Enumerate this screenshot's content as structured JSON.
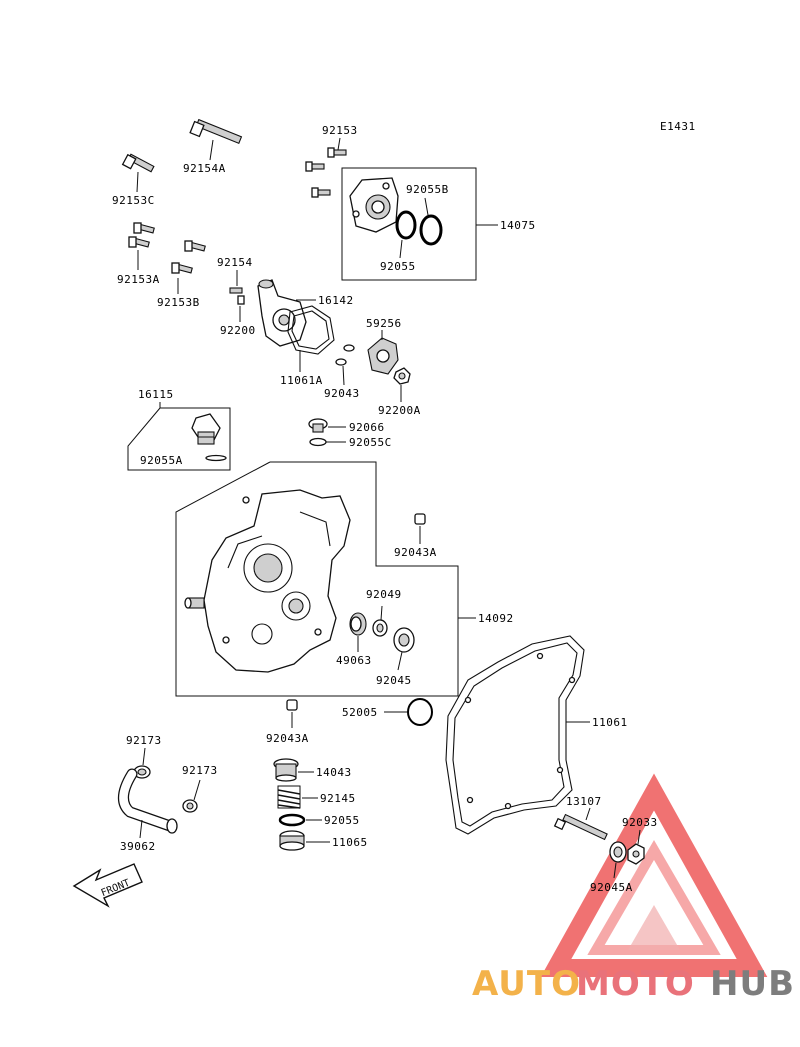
{
  "diagram": {
    "code": "E1431",
    "front_label": "FRONT",
    "parts": {
      "p92153": "92153",
      "p92154A": "92154A",
      "p92153C": "92153C",
      "p92055B": "92055B",
      "p14075": "14075",
      "p92055_top": "92055",
      "p92153A": "92153A",
      "p92153B": "92153B",
      "p92154": "92154",
      "p16142": "16142",
      "p92200": "92200",
      "p59256": "59256",
      "p11061A": "11061A",
      "p92043": "92043",
      "p92200A": "92200A",
      "p16115": "16115",
      "p92066": "92066",
      "p92055C": "92055C",
      "p92055A": "92055A",
      "p92043A_top": "92043A",
      "p92049": "92049",
      "p14092": "14092",
      "p49063": "49063",
      "p92045": "92045",
      "p52005": "52005",
      "p92043A_bot": "92043A",
      "p11061": "11061",
      "p92173_a": "92173",
      "p92173_b": "92173",
      "p14043": "14043",
      "p92145": "92145",
      "p92055_bot": "92055",
      "p11065": "11065",
      "p39062": "39062",
      "p13107": "13107",
      "p92033": "92033",
      "p92045A": "92045A"
    }
  },
  "watermark": {
    "part1": "AUTO",
    "part2": "MOTO",
    "part3": "HUB",
    "color_auto": "#f3b24a",
    "color_moto": "#e9727a",
    "color_hub": "#7d7d7d",
    "triangle_color": "#ee5a5a"
  }
}
